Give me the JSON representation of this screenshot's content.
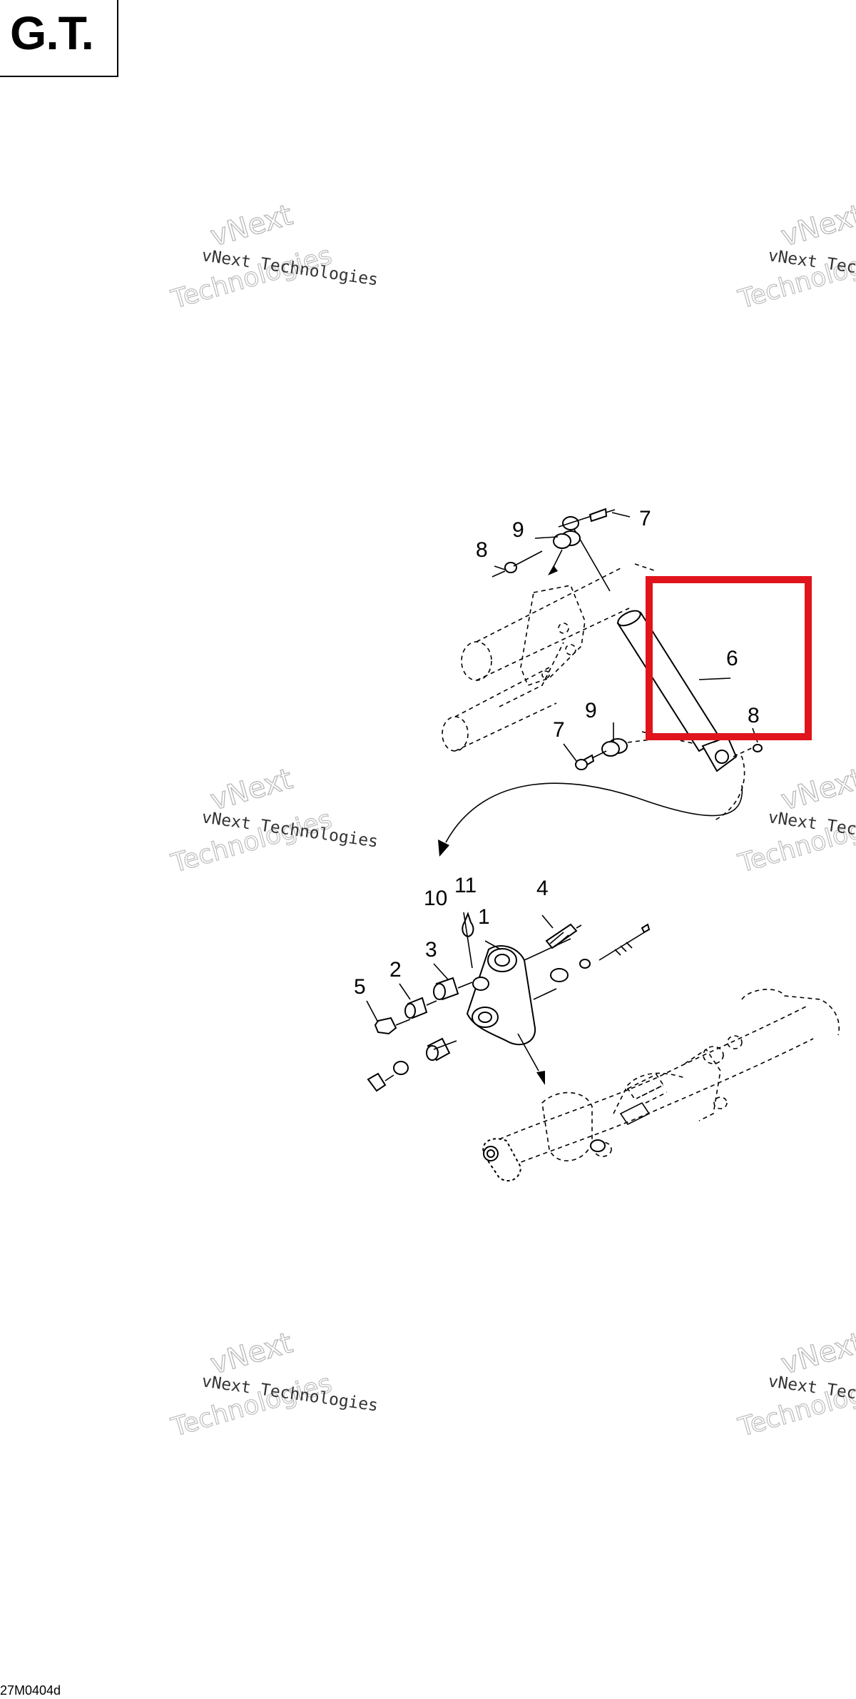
{
  "header": {
    "model": "G.T."
  },
  "footer": {
    "code": "27M0404d"
  },
  "watermark": {
    "line1": "vNext Technologies",
    "line2": "vNext",
    "line3": "Technologies"
  },
  "highlight": {
    "color": "#e0141c"
  },
  "callouts": {
    "c1": "1",
    "c2": "2",
    "c3": "3",
    "c4": "4",
    "c5": "5",
    "c6": "6",
    "c7a": "7",
    "c7b": "7",
    "c8a": "8",
    "c8b": "8",
    "c9a": "9",
    "c9b": "9",
    "c10": "10",
    "c11": "11"
  }
}
